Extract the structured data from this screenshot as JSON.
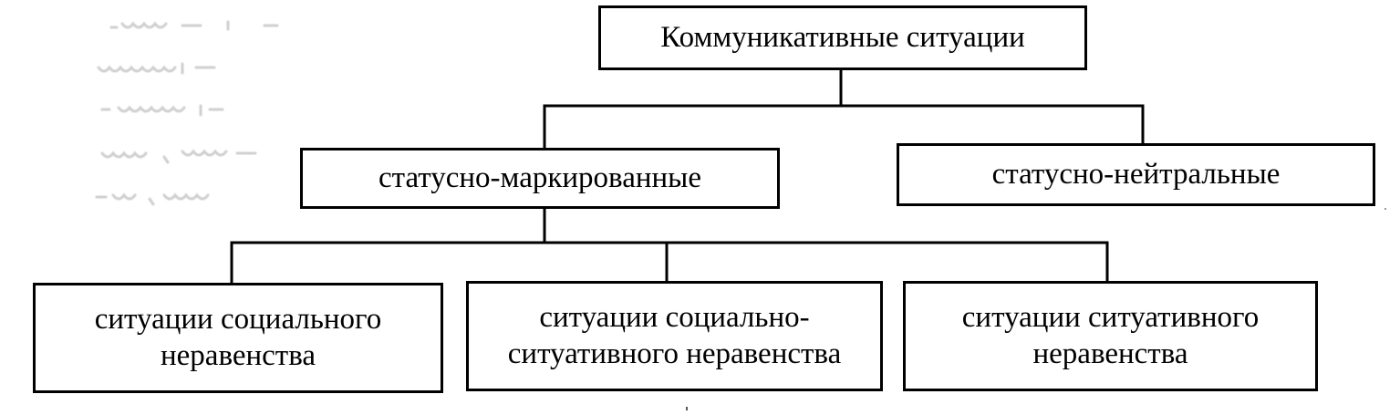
{
  "diagram": {
    "root": {
      "label": "Коммуникативные ситуации"
    },
    "level2": [
      {
        "label": "статусно-маркированные"
      },
      {
        "label": "статусно-нейтральные"
      }
    ],
    "level3": [
      {
        "label": "ситуации социального\nнеравенства"
      },
      {
        "label": "ситуации социально-\nситуативного неравенства"
      },
      {
        "label": "ситуации ситуативного\nнеравенства"
      }
    ]
  },
  "colors": {
    "line": "#000000",
    "background": "#ffffff",
    "bleed_through_text": "#c8c8c8"
  }
}
